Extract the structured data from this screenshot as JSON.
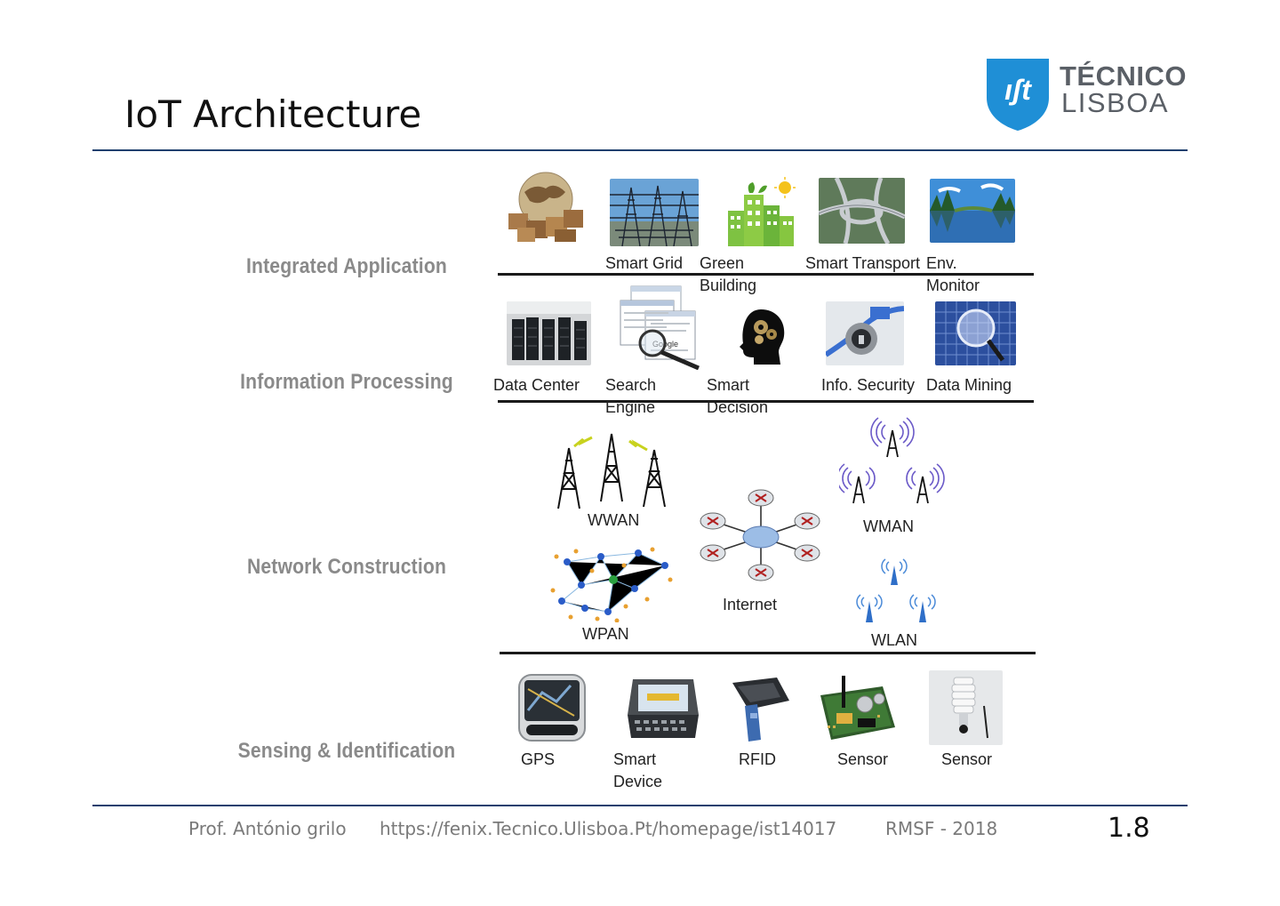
{
  "title": "IoT Architecture",
  "logo": {
    "name": "TÉCNICO",
    "sub": "LISBOA",
    "mark": "ist"
  },
  "layers": [
    {
      "label": "Integrated Application",
      "items": [
        {
          "icon": "globe-packages-icon",
          "caption": ""
        },
        {
          "icon": "power-grid-icon",
          "caption": "Smart Grid"
        },
        {
          "icon": "green-building-icon",
          "caption": "Green Building"
        },
        {
          "icon": "highway-interchange-icon",
          "caption": "Smart Transport"
        },
        {
          "icon": "lake-landscape-icon",
          "caption": "Env. Monitor"
        }
      ]
    },
    {
      "label": "Information Processing",
      "items": [
        {
          "icon": "server-racks-icon",
          "caption": "Data Center"
        },
        {
          "icon": "search-pages-icon",
          "caption": "Search Engine"
        },
        {
          "icon": "head-gears-icon",
          "caption": "Smart Decision"
        },
        {
          "icon": "lock-cable-icon",
          "caption": "Info. Security"
        },
        {
          "icon": "magnifier-grid-icon",
          "caption": "Data Mining"
        }
      ]
    },
    {
      "label": "Network Construction",
      "items": [
        {
          "icon": "cell-towers-icon",
          "caption": "WWAN"
        },
        {
          "icon": "mesh-network-icon",
          "caption": "WPAN"
        },
        {
          "icon": "router-star-icon",
          "caption": "Internet"
        },
        {
          "icon": "wimax-towers-icon",
          "caption": "WMAN"
        },
        {
          "icon": "wifi-antennas-icon",
          "caption": "WLAN"
        }
      ]
    },
    {
      "label": "Sensing & Identification",
      "items": [
        {
          "icon": "gps-unit-icon",
          "caption": "GPS"
        },
        {
          "icon": "handheld-device-icon",
          "caption": "Smart Device"
        },
        {
          "icon": "rfid-reader-icon",
          "caption": "RFID"
        },
        {
          "icon": "sensor-board-icon",
          "caption": "Sensor"
        },
        {
          "icon": "sensor-probe-icon",
          "caption": "Sensor"
        }
      ]
    }
  ],
  "captions": {
    "smart_grid": "Smart Grid",
    "green_l1": "Green",
    "green_l2": "Building",
    "smart_transport": "Smart Transport",
    "env_l1": "Env.",
    "env_l2": "Monitor",
    "data_center": "Data Center",
    "search_l1": "Search",
    "search_l2": "Engine",
    "decision_l1": "Smart",
    "decision_l2": "Decision",
    "info_security": "Info. Security",
    "data_mining": "Data Mining",
    "wwan": "WWAN",
    "wpan": "WPAN",
    "internet": "Internet",
    "wman": "WMAN",
    "wlan": "WLAN",
    "gps": "GPS",
    "device_l1": "Smart",
    "device_l2": "Device",
    "rfid": "RFID",
    "sensor_a": "Sensor",
    "sensor_b": "Sensor"
  },
  "footer": {
    "author": "Prof. António grilo",
    "url": "https://fenix.Tecnico.Ulisboa.Pt/homepage/ist14017",
    "course": "RMSF - 2018",
    "page": "1.8"
  },
  "colors": {
    "rule": "#1f3f6e",
    "layer_label": "#8a8a8a",
    "logo_blue": "#1f8fd6"
  }
}
